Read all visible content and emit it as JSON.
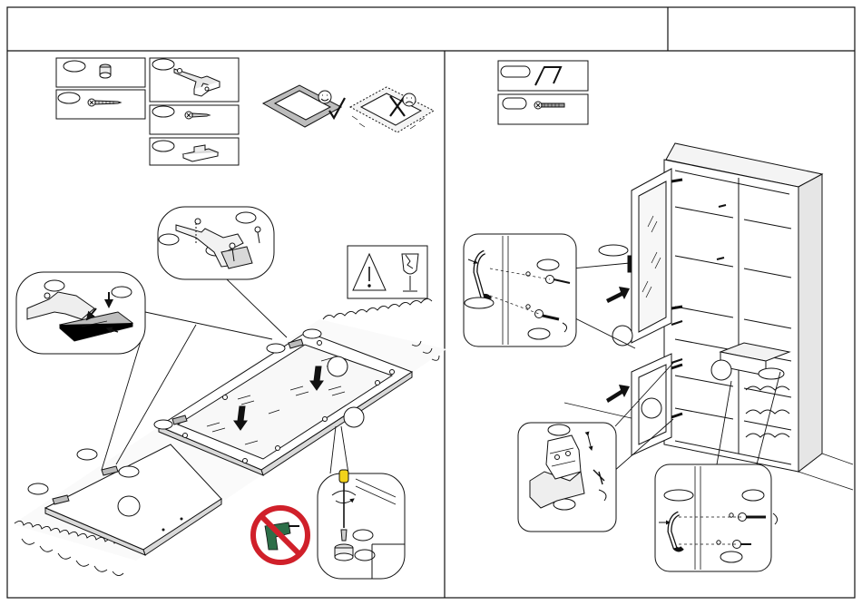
{
  "document": {
    "type": "furniture-assembly-instruction-sheet",
    "title_cell": "",
    "step_number_cell": ""
  },
  "left_panel": {
    "parts": [
      {
        "icon": "cam-lock-icon",
        "code": ""
      },
      {
        "icon": "hinge-icon",
        "code": ""
      },
      {
        "icon": "short-screw-icon",
        "code": ""
      },
      {
        "icon": "long-screw-icon",
        "code": ""
      },
      {
        "icon": "mounting-plate-icon",
        "code": ""
      }
    ],
    "notes": [
      "place-on-soft-surface-correct",
      "hard-surface-incorrect"
    ],
    "warnings": [
      "fragile-glass-warning",
      "no-power-drill"
    ]
  },
  "right_panel": {
    "parts": [
      {
        "icon": "door-handle-icon",
        "code": ""
      },
      {
        "icon": "handle-screw-icon",
        "code": ""
      }
    ]
  },
  "colors": {
    "line": "#111111",
    "panel_gray": "#d9d9d9",
    "light_gray": "#f0f0f0",
    "prohibition_red": "#d0202a",
    "screwdriver_yellow": "#f2d21b",
    "drill_green": "#2c6e48"
  }
}
